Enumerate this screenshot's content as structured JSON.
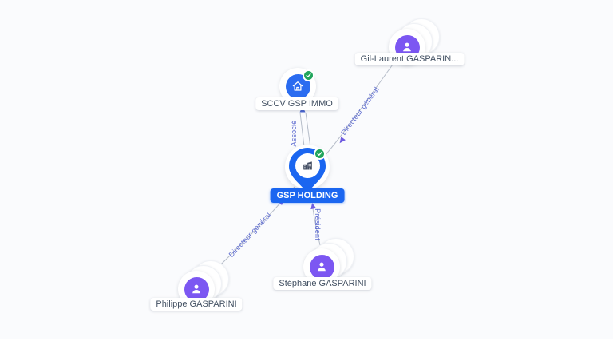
{
  "app": {
    "view": "company-relations-graph"
  },
  "nodes": {
    "gsp_holding": {
      "label": "GSP HOLDING",
      "kind": "company",
      "verified": true,
      "style": "map-pin"
    },
    "sccv_gsp_immo": {
      "label": "SCCV GSP IMMO",
      "kind": "company",
      "verified": true,
      "style": "circle"
    },
    "gil_laurent": {
      "label": "Gil-Laurent GASPARIN...",
      "kind": "person",
      "verified": false,
      "style": "stacked-circle"
    },
    "stephane": {
      "label": "Stéphane GASPARINI",
      "kind": "person",
      "verified": false,
      "style": "stacked-circle"
    },
    "philippe": {
      "label": "Philippe GASPARINI",
      "kind": "person",
      "verified": false,
      "style": "stacked-circle"
    }
  },
  "edges": [
    {
      "from": "GSP HOLDING",
      "to": "SCCV GSP IMMO",
      "label": "Associé",
      "double_line": true
    },
    {
      "from": "Gil-Laurent GASPARIN...",
      "to": "GSP HOLDING",
      "label": "Directeur général",
      "double_line": false
    },
    {
      "from": "Stéphane GASPARINI",
      "to": "GSP HOLDING",
      "label": "Président",
      "double_line": false
    },
    {
      "from": "Philippe GASPARINI",
      "to": "GSP HOLDING",
      "label": "Directeur général",
      "double_line": false
    }
  ],
  "colors": {
    "background": "#fafbfd",
    "company_blue": "#2b6cf0",
    "primary_label_blue": "#1b66f0",
    "person_purple": "#7c57f2",
    "verified_green": "#21a55c",
    "edge_gray": "#b6bdc9",
    "edge_label": "#5a68cf",
    "node_label_text": "#425062"
  }
}
